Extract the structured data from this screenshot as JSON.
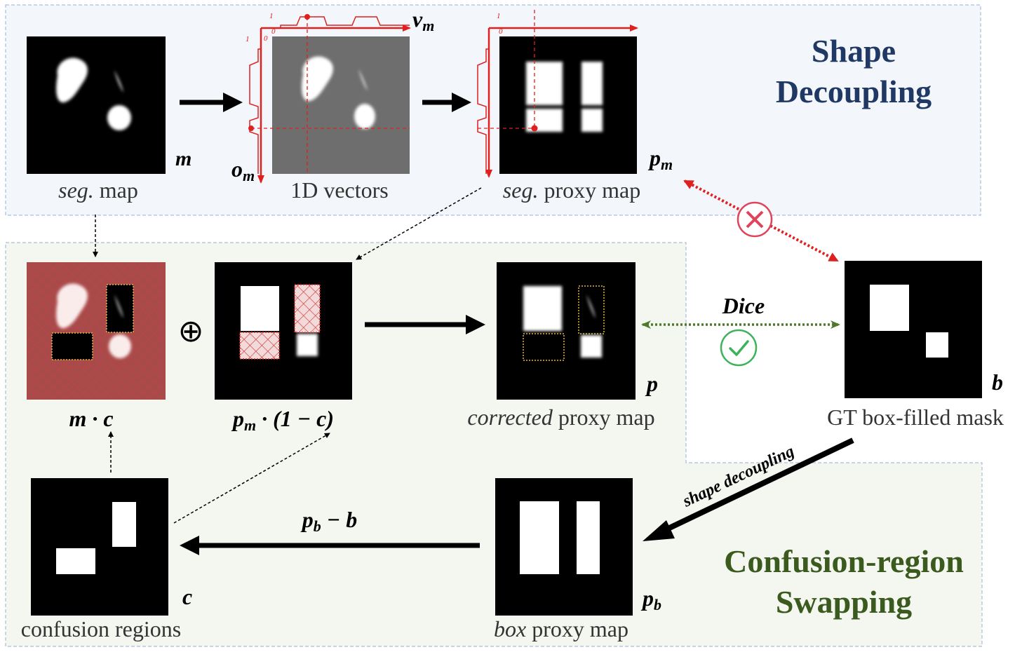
{
  "sections": {
    "shape_decoupling_title_line1": "Shape",
    "shape_decoupling_title_line2": "Decoupling",
    "confusion_title_line1": "Confusion-region",
    "confusion_title_line2": "Swapping"
  },
  "captions": {
    "seg_map_it": "seg.",
    "seg_map_rest": " map",
    "vectors": "1D vectors",
    "seg_proxy_it": "seg.",
    "seg_proxy_rest": " proxy map",
    "corrected_it": "corrected",
    "corrected_rest": " proxy map",
    "gt_mask": "GT box-filled mask",
    "box_proxy_it": "box",
    "box_proxy_rest": " proxy map",
    "confusion_regions": "confusion regions"
  },
  "symbols": {
    "m": "m",
    "v": "v",
    "v_sub": "m",
    "o": "o",
    "o_sub": "m",
    "p": "p",
    "p_m_sub": "m",
    "p_b_sub": "b",
    "b": "b",
    "c": "c",
    "m_dot_c": "m · c",
    "pm_part": "p",
    "pm_sub": "m",
    "pm_rest": " · (1 − c)",
    "oplus": "⊕",
    "pb_minus_b_p": "p",
    "pb_minus_b_sub": "b",
    "pb_minus_b_rest": " − b"
  },
  "labels": {
    "dice": "Dice",
    "shape_decoupling_arrow": "shape decoupling"
  },
  "axis_ticks": {
    "one": "1",
    "zero": "0"
  },
  "colors": {
    "blue_panel": "#f3f7fb",
    "green_panel": "#f4f6f0",
    "panel_border": "#a9bfdc",
    "title_blue": "#1f3864",
    "title_green": "#3a5a1e",
    "red": "#e0201e",
    "green_arrow": "#4f7a2a",
    "check_green": "#3cb35a",
    "cross_red": "#e0435a",
    "dotted_yellow": "#e2b43a"
  }
}
